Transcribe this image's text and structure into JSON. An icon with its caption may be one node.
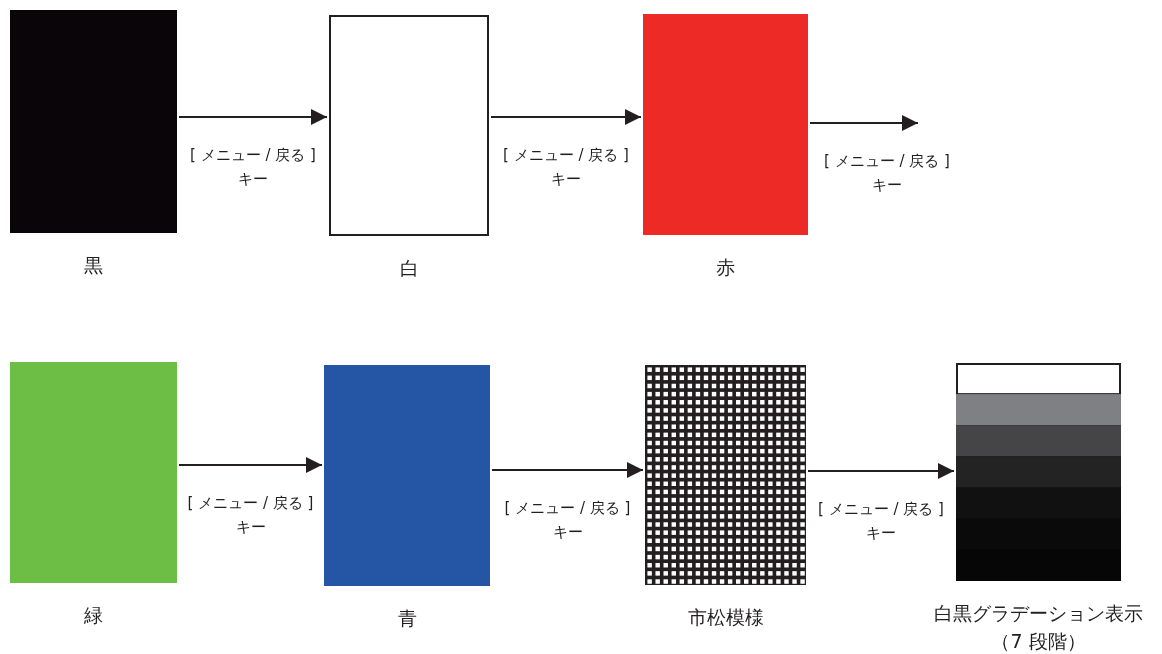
{
  "diagram": {
    "nodes": [
      {
        "text": [],
        "shape": "box",
        "beside": [
          "黒"
        ]
      },
      {
        "text": [],
        "shape": "box",
        "beside": [
          "白"
        ]
      },
      {
        "text": [],
        "shape": "box",
        "beside": [
          "赤"
        ]
      },
      {
        "text": [],
        "shape": "box",
        "beside": [
          "緑"
        ]
      },
      {
        "text": [],
        "shape": "box",
        "beside": [
          "青"
        ]
      },
      {
        "text": [],
        "shape": "box",
        "beside": [
          "市松模様"
        ]
      },
      {
        "text": [],
        "shape": "box",
        "beside": [
          "白黒グラデーション表示",
          "（7 段階）"
        ]
      }
    ],
    "edges": [
      {
        "from": 0,
        "to": 1,
        "arrow": "to",
        "label": "[ メニュー / 戻る ] キー"
      },
      {
        "from": 1,
        "to": 2,
        "arrow": "to",
        "label": "[ メニュー / 戻る ] キー"
      },
      {
        "from": 2,
        "to": null,
        "arrow": "to",
        "label": "[ メニュー / 戻る ] キー"
      },
      {
        "from": 3,
        "to": 4,
        "arrow": "to",
        "label": "[ メニュー / 戻る ] キー"
      },
      {
        "from": 4,
        "to": 5,
        "arrow": "to",
        "label": "[ メニュー / 戻る ] キー"
      },
      {
        "from": 5,
        "to": 6,
        "arrow": "to",
        "label": "[ メニュー / 戻る ] キー"
      }
    ]
  }
}
